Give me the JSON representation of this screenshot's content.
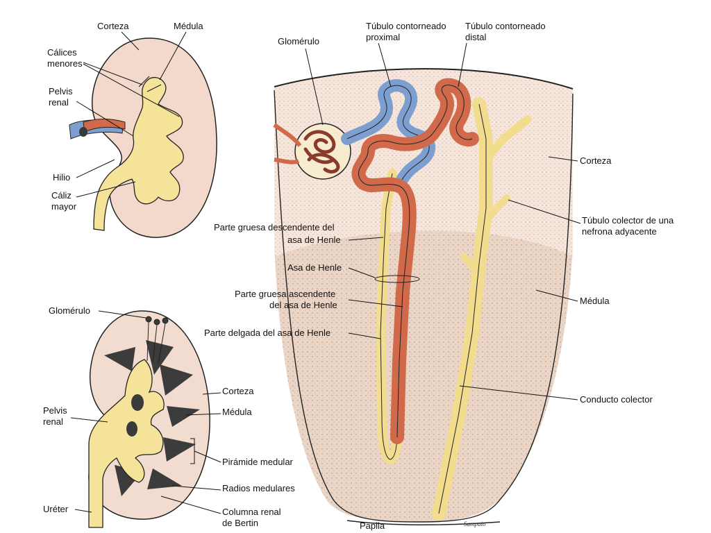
{
  "top_kidney": {
    "corteza": "Corteza",
    "medula": "Médula",
    "calices_menores": [
      "Cálices",
      "menores"
    ],
    "pelvis_renal": [
      "Pelvis",
      "renal"
    ],
    "hilio": "Hilio",
    "caliz_mayor": [
      "Cáliz",
      "mayor"
    ]
  },
  "bottom_kidney": {
    "glomerulo": "Glomérulo",
    "corteza": "Corteza",
    "medula": "Médula",
    "pelvis_renal": [
      "Pelvis",
      "renal"
    ],
    "piramide_medular": "Pirámide medular",
    "radios_medulares": "Radios medulares",
    "ureter": "Uréter",
    "columna_renal": [
      "Columna renal",
      "de Bertin"
    ]
  },
  "nephron": {
    "glomerulo": "Glomérulo",
    "tubulo_proximal": [
      "Túbulo contorneado",
      "proximal"
    ],
    "tubulo_distal": [
      "Túbulo contorneado",
      "distal"
    ],
    "corteza": "Corteza",
    "tubulo_colector": [
      "Túbulo colector de una",
      "nefrona adyacente"
    ],
    "parte_gruesa_descendente": [
      "Parte gruesa descendente del",
      "asa de Henle"
    ],
    "asa_henle": "Asa de Henle",
    "parte_gruesa_ascendente": [
      "Parte gruesa ascendente",
      "del asa de Henle"
    ],
    "parte_delgada": "Parte delgada del asa de Henle",
    "medula": "Médula",
    "conducto_colector": "Conducto colector",
    "papila": "Papila"
  },
  "colors": {
    "cortex_fill": "#f4dcd0",
    "medulla_fill": "#eddacd",
    "pelvis_yellow": "#f6e39a",
    "tubule_blue": "#7d9fd0",
    "tubule_red": "#d06a4a",
    "pyramid_dark": "#3a3a3a"
  }
}
